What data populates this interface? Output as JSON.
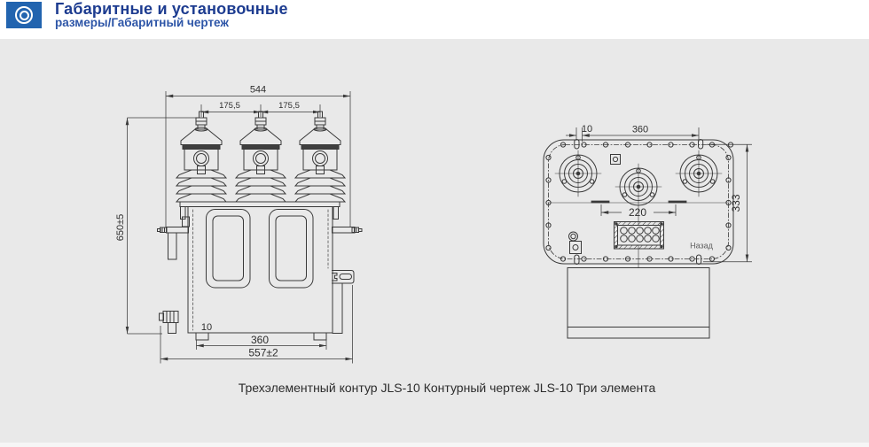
{
  "header": {
    "title": "Габаритные и установочные",
    "subtitle": "размеры/Габаритный чертеж",
    "accent_color": "#2264af",
    "title_color": "#1d3c90"
  },
  "front_view": {
    "dim_overall_width": "544",
    "dim_bushing_spacing": "175,5",
    "dim_overall_height": "650±5",
    "dim_foot_note": "10",
    "dim_feet_span": "360",
    "dim_base_width": "557±2"
  },
  "top_view": {
    "dim_slot_offset": "10",
    "dim_hole_span": "360",
    "dim_depth": "333",
    "dim_slot_spacing": "220",
    "label_rear": "Назад"
  },
  "caption": "Трехэлементный контур JLS-10 Контурный чертеж JLS-10 Три элемента",
  "colors": {
    "background": "#e9e9e9",
    "header_bg": "#ffffff",
    "line": "#3a3a3a"
  }
}
